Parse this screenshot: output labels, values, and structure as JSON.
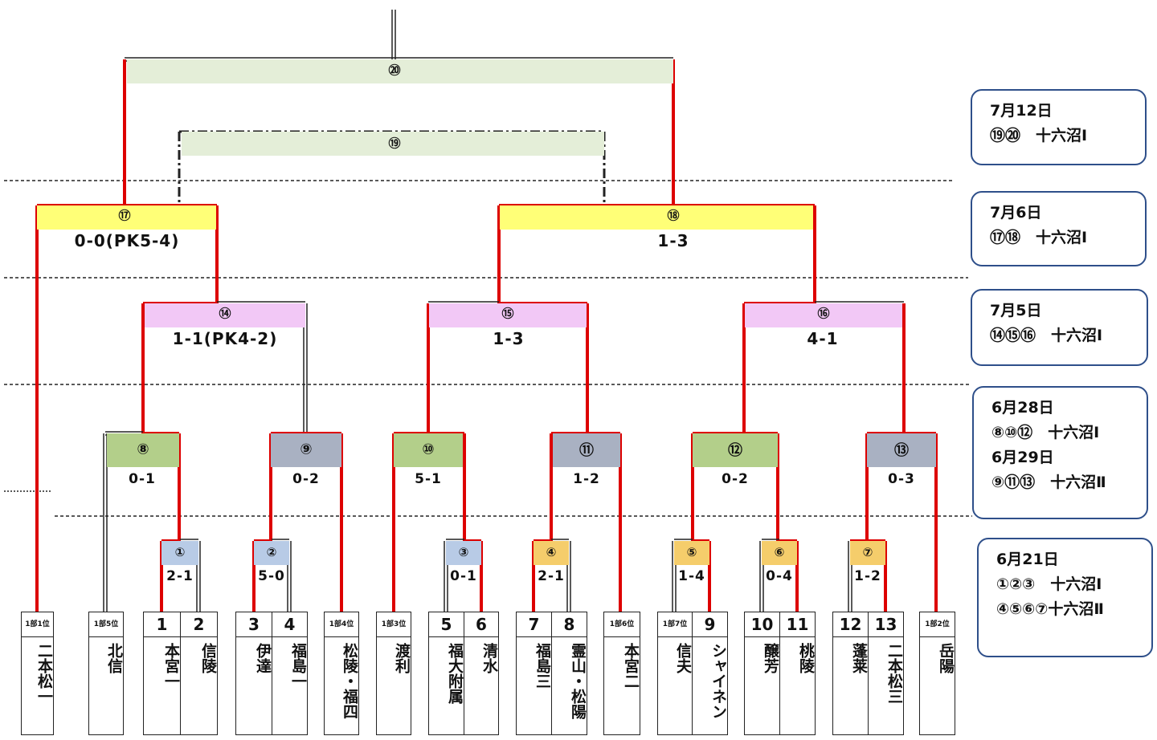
{
  "matches": {
    "m1": {
      "num": "①",
      "score": "2-1"
    },
    "m2": {
      "num": "②",
      "score": "5-0"
    },
    "m3": {
      "num": "③",
      "score": "0-1"
    },
    "m4": {
      "num": "④",
      "score": "2-1"
    },
    "m5": {
      "num": "⑤",
      "score": "1-4"
    },
    "m6": {
      "num": "⑥",
      "score": "0-4"
    },
    "m7": {
      "num": "⑦",
      "score": "1-2"
    },
    "m8": {
      "num": "⑧",
      "score": "0-1"
    },
    "m9": {
      "num": "⑨",
      "score": "0-2"
    },
    "m10": {
      "num": "⑩",
      "score": "5-1"
    },
    "m11": {
      "num": "⑪",
      "score": "1-2"
    },
    "m12": {
      "num": "⑫",
      "score": "0-2"
    },
    "m13": {
      "num": "⑬",
      "score": "0-3"
    },
    "m14": {
      "num": "⑭",
      "score": "1-1(PK4-2)"
    },
    "m15": {
      "num": "⑮",
      "score": "1-3"
    },
    "m16": {
      "num": "⑯",
      "score": "4-1"
    },
    "m17": {
      "num": "⑰",
      "score": "0-0(PK5-4)"
    },
    "m18": {
      "num": "⑱",
      "score": "1-3"
    },
    "m19": {
      "num": "⑲"
    },
    "m20": {
      "num": "⑳"
    }
  },
  "teams": [
    {
      "seed": "1部1位",
      "name": "二本松一"
    },
    {
      "seed": "1部5位",
      "name": "北信"
    },
    {
      "seed": "1",
      "name": "本宮一"
    },
    {
      "seed": "2",
      "name": "信陵"
    },
    {
      "seed": "3",
      "name": "伊達"
    },
    {
      "seed": "4",
      "name": "福島一"
    },
    {
      "seed": "1部4位",
      "name": "松陵・福四"
    },
    {
      "seed": "1部3位",
      "name": "渡利"
    },
    {
      "seed": "5",
      "name": "福大附属"
    },
    {
      "seed": "6",
      "name": "清水"
    },
    {
      "seed": "7",
      "name": "福島三"
    },
    {
      "seed": "8",
      "name": "霊山・松陽"
    },
    {
      "seed": "1部6位",
      "name": "本宮二"
    },
    {
      "seed": "1部7位",
      "name": "信夫"
    },
    {
      "seed": "9",
      "name": "シャイネン"
    },
    {
      "seed": "10",
      "name": "醸芳"
    },
    {
      "seed": "11",
      "name": "桃陵"
    },
    {
      "seed": "12",
      "name": "蓬莱"
    },
    {
      "seed": "13",
      "name": "二本松三"
    },
    {
      "seed": "1部2位",
      "name": "岳陽"
    }
  ],
  "schedule": [
    {
      "lines": [
        "7月12日",
        "⑲⑳　十六沼Ⅰ"
      ]
    },
    {
      "lines": [
        "7月6日",
        "⑰⑱　十六沼Ⅰ"
      ]
    },
    {
      "lines": [
        "7月5日",
        "⑭⑮⑯　十六沼Ⅰ"
      ]
    },
    {
      "lines": [
        "6月28日",
        "⑧⑩⑫　十六沼Ⅰ",
        "6月29日",
        "⑨⑪⑬　十六沼Ⅱ"
      ]
    },
    {
      "lines": [
        "6月21日",
        "①②③　十六沼Ⅰ",
        "④⑤⑥⑦十六沼Ⅱ"
      ]
    }
  ],
  "colors": {
    "winner_line": "#dd0000",
    "final_band": "#e4eed8",
    "semi_band": "#ffff77",
    "qf_band": "#f2c8f6",
    "r2_green": "#b3cf8a",
    "r2_grey": "#a9b1c2",
    "r1_blue": "#b8cbe6",
    "r1_orange": "#f5cd6b",
    "schedule_border": "#2e4f8a"
  }
}
